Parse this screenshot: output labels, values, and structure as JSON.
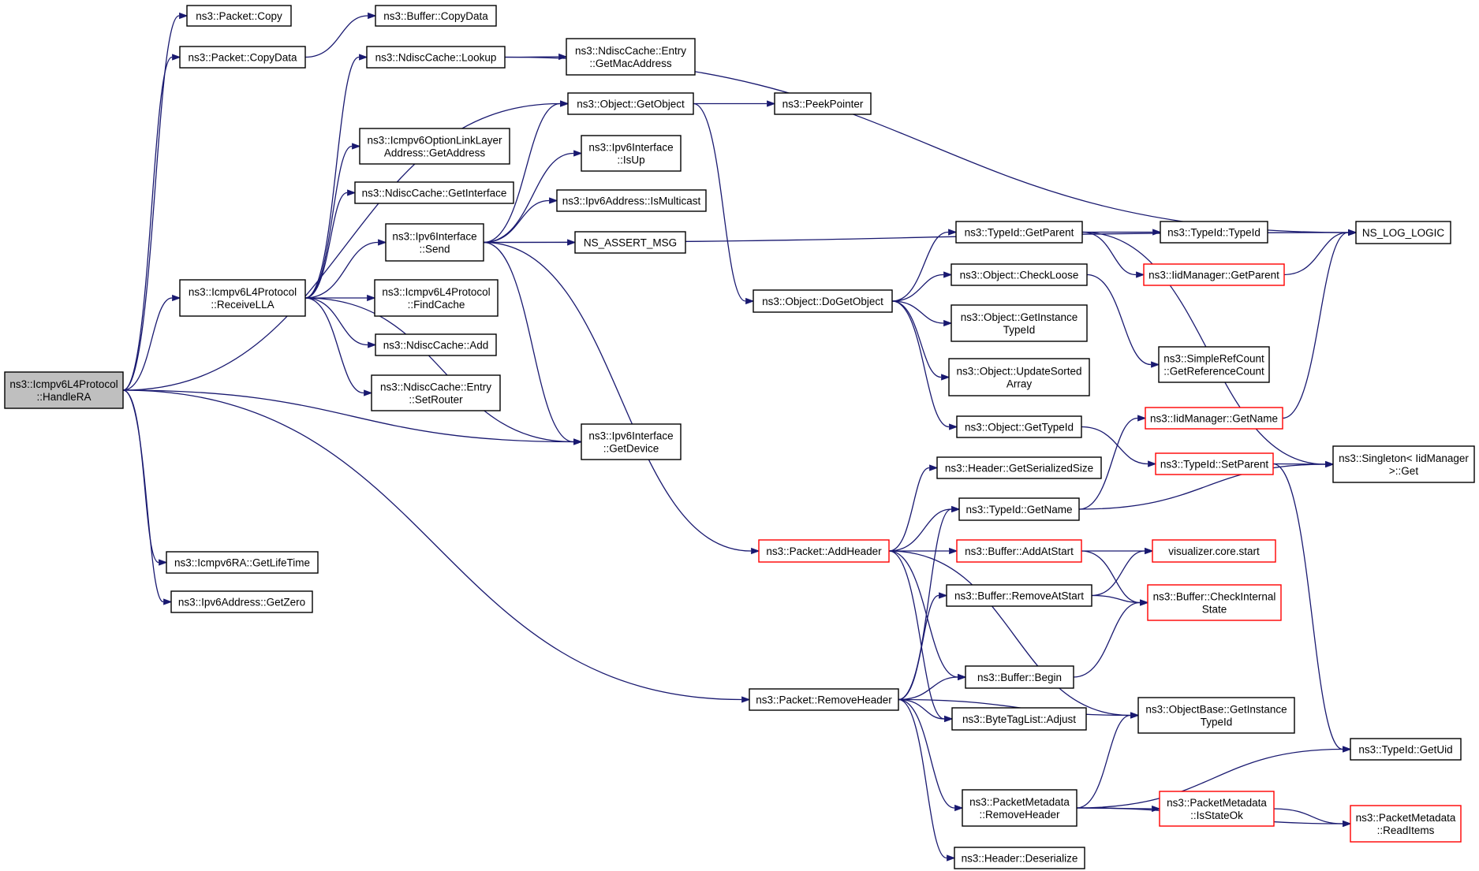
{
  "diagram": {
    "colors": {
      "edge": "#191970",
      "node_border": "#000000",
      "incomplete_border": "#ff0000",
      "root_fill": "#bfbfbf",
      "node_fill": "#ffffff"
    },
    "nodes": [
      {
        "id": "handlera",
        "lines": [
          "ns3::Icmpv6L4Protocol",
          "::HandleRA"
        ],
        "style": "root"
      },
      {
        "id": "pkt_copy",
        "lines": [
          "ns3::Packet::Copy"
        ]
      },
      {
        "id": "pkt_copydata",
        "lines": [
          "ns3::Packet::CopyData"
        ]
      },
      {
        "id": "buf_copydata",
        "lines": [
          "ns3::Buffer::CopyData"
        ]
      },
      {
        "id": "nd_lookup",
        "lines": [
          "ns3::NdiscCache::Lookup"
        ]
      },
      {
        "id": "nd_entry_getmac",
        "lines": [
          "ns3::NdiscCache::Entry",
          "::GetMacAddress"
        ]
      },
      {
        "id": "obj_getobject",
        "lines": [
          "ns3::Object::GetObject"
        ]
      },
      {
        "id": "peekpointer",
        "lines": [
          "ns3::PeekPointer"
        ]
      },
      {
        "id": "optlla_getaddr",
        "lines": [
          "ns3::Icmpv6OptionLinkLayer",
          "Address::GetAddress"
        ]
      },
      {
        "id": "ipv6if_isup",
        "lines": [
          "ns3::Ipv6Interface",
          "::IsUp"
        ]
      },
      {
        "id": "nd_getinterface",
        "lines": [
          "ns3::NdiscCache::GetInterface"
        ]
      },
      {
        "id": "ipv6addr_ismulticast",
        "lines": [
          "ns3::Ipv6Address::IsMulticast"
        ]
      },
      {
        "id": "ipv6if_send",
        "lines": [
          "ns3::Ipv6Interface",
          "::Send"
        ]
      },
      {
        "id": "ns_assert_msg",
        "lines": [
          "NS_ASSERT_MSG"
        ]
      },
      {
        "id": "receivella",
        "lines": [
          "ns3::Icmpv6L4Protocol",
          "::ReceiveLLA"
        ]
      },
      {
        "id": "findcache",
        "lines": [
          "ns3::Icmpv6L4Protocol",
          "::FindCache"
        ]
      },
      {
        "id": "nd_add",
        "lines": [
          "ns3::NdiscCache::Add"
        ]
      },
      {
        "id": "nd_entry_setrouter",
        "lines": [
          "ns3::NdiscCache::Entry",
          "::SetRouter"
        ]
      },
      {
        "id": "ipv6if_getdevice",
        "lines": [
          "ns3::Ipv6Interface",
          "::GetDevice"
        ]
      },
      {
        "id": "ra_getlifetime",
        "lines": [
          "ns3::Icmpv6RA::GetLifeTime"
        ]
      },
      {
        "id": "ipv6addr_getzero",
        "lines": [
          "ns3::Ipv6Address::GetZero"
        ]
      },
      {
        "id": "ns_log_logic",
        "lines": [
          "NS_LOG_LOGIC"
        ]
      },
      {
        "id": "typeid_getparent",
        "lines": [
          "ns3::TypeId::GetParent"
        ]
      },
      {
        "id": "typeid_typeid",
        "lines": [
          "ns3::TypeId::TypeId"
        ]
      },
      {
        "id": "iid_getparent",
        "lines": [
          "ns3::IidManager::GetParent"
        ],
        "style": "red"
      },
      {
        "id": "obj_dogetobject",
        "lines": [
          "ns3::Object::DoGetObject"
        ]
      },
      {
        "id": "obj_checkloose",
        "lines": [
          "ns3::Object::CheckLoose"
        ]
      },
      {
        "id": "obj_getinstancetypeid",
        "lines": [
          "ns3::Object::GetInstance",
          "TypeId"
        ]
      },
      {
        "id": "simplerefcount",
        "lines": [
          "ns3::SimpleRefCount",
          "::GetReferenceCount"
        ]
      },
      {
        "id": "obj_updatesorted",
        "lines": [
          "ns3::Object::UpdateSorted",
          "Array"
        ]
      },
      {
        "id": "iid_getname",
        "lines": [
          "ns3::IidManager::GetName"
        ],
        "style": "red"
      },
      {
        "id": "obj_gettypeid",
        "lines": [
          "ns3::Object::GetTypeId"
        ]
      },
      {
        "id": "typeid_setparent",
        "lines": [
          "ns3::TypeId::SetParent"
        ],
        "style": "red"
      },
      {
        "id": "singleton_get",
        "lines": [
          "ns3::Singleton< IidManager",
          ">::Get"
        ]
      },
      {
        "id": "hdr_getserializedsize",
        "lines": [
          "ns3::Header::GetSerializedSize"
        ]
      },
      {
        "id": "typeid_getname",
        "lines": [
          "ns3::TypeId::GetName"
        ]
      },
      {
        "id": "pkt_addheader",
        "lines": [
          "ns3::Packet::AddHeader"
        ],
        "style": "red"
      },
      {
        "id": "buf_addatstart",
        "lines": [
          "ns3::Buffer::AddAtStart"
        ],
        "style": "red"
      },
      {
        "id": "viz_start",
        "lines": [
          "visualizer.core.start"
        ],
        "style": "red"
      },
      {
        "id": "buf_removeatstart",
        "lines": [
          "ns3::Buffer::RemoveAtStart"
        ]
      },
      {
        "id": "buf_checkinternal",
        "lines": [
          "ns3::Buffer::CheckInternal",
          "State"
        ],
        "style": "red"
      },
      {
        "id": "buf_begin",
        "lines": [
          "ns3::Buffer::Begin"
        ]
      },
      {
        "id": "pkt_removeheader",
        "lines": [
          "ns3::Packet::RemoveHeader"
        ]
      },
      {
        "id": "bytetaglist_adjust",
        "lines": [
          "ns3::ByteTagList::Adjust"
        ]
      },
      {
        "id": "objbase_getinstancetypeid",
        "lines": [
          "ns3::ObjectBase::GetInstance",
          "TypeId"
        ]
      },
      {
        "id": "typeid_getuid",
        "lines": [
          "ns3::TypeId::GetUid"
        ]
      },
      {
        "id": "pm_removeheader",
        "lines": [
          "ns3::PacketMetadata",
          "::RemoveHeader"
        ]
      },
      {
        "id": "pm_isstateok",
        "lines": [
          "ns3::PacketMetadata",
          "::IsStateOk"
        ],
        "style": "red"
      },
      {
        "id": "pm_readitems",
        "lines": [
          "ns3::PacketMetadata",
          "::ReadItems"
        ],
        "style": "red"
      },
      {
        "id": "hdr_deserialize",
        "lines": [
          "ns3::Header::Deserialize"
        ]
      }
    ],
    "edges": [
      [
        "handlera",
        "pkt_copy"
      ],
      [
        "handlera",
        "pkt_copydata"
      ],
      [
        "handlera",
        "obj_getobject"
      ],
      [
        "handlera",
        "receivella"
      ],
      [
        "handlera",
        "ipv6if_getdevice"
      ],
      [
        "handlera",
        "ra_getlifetime"
      ],
      [
        "handlera",
        "ipv6addr_getzero"
      ],
      [
        "handlera",
        "pkt_removeheader"
      ],
      [
        "pkt_copydata",
        "buf_copydata"
      ],
      [
        "nd_lookup",
        "nd_entry_getmac"
      ],
      [
        "nd_lookup",
        "ns_log_logic"
      ],
      [
        "obj_getobject",
        "peekpointer"
      ],
      [
        "obj_getobject",
        "obj_dogetobject"
      ],
      [
        "receivella",
        "nd_lookup"
      ],
      [
        "receivella",
        "optlla_getaddr"
      ],
      [
        "receivella",
        "nd_getinterface"
      ],
      [
        "receivella",
        "ipv6if_send"
      ],
      [
        "receivella",
        "findcache"
      ],
      [
        "receivella",
        "nd_add"
      ],
      [
        "receivella",
        "nd_entry_setrouter"
      ],
      [
        "receivella",
        "ipv6if_getdevice"
      ],
      [
        "ipv6if_send",
        "obj_getobject"
      ],
      [
        "ipv6if_send",
        "ipv6if_isup"
      ],
      [
        "ipv6if_send",
        "ipv6addr_ismulticast"
      ],
      [
        "ipv6if_send",
        "ns_assert_msg"
      ],
      [
        "ipv6if_send",
        "ns_log_logic"
      ],
      [
        "ipv6if_send",
        "ipv6if_getdevice"
      ],
      [
        "ipv6if_send",
        "pkt_addheader"
      ],
      [
        "obj_dogetobject",
        "typeid_getparent"
      ],
      [
        "obj_dogetobject",
        "obj_checkloose"
      ],
      [
        "obj_dogetobject",
        "obj_getinstancetypeid"
      ],
      [
        "obj_dogetobject",
        "obj_updatesorted"
      ],
      [
        "obj_dogetobject",
        "obj_gettypeid"
      ],
      [
        "typeid_getparent",
        "typeid_typeid"
      ],
      [
        "typeid_getparent",
        "iid_getparent"
      ],
      [
        "typeid_getparent",
        "singleton_get"
      ],
      [
        "iid_getparent",
        "ns_log_logic"
      ],
      [
        "obj_checkloose",
        "simplerefcount"
      ],
      [
        "iid_getname",
        "ns_log_logic"
      ],
      [
        "obj_gettypeid",
        "typeid_setparent"
      ],
      [
        "typeid_setparent",
        "singleton_get"
      ],
      [
        "typeid_setparent",
        "typeid_getuid"
      ],
      [
        "typeid_getname",
        "iid_getname"
      ],
      [
        "typeid_getname",
        "singleton_get"
      ],
      [
        "pkt_addheader",
        "hdr_getserializedsize"
      ],
      [
        "pkt_addheader",
        "typeid_getname"
      ],
      [
        "pkt_addheader",
        "buf_addatstart"
      ],
      [
        "pkt_addheader",
        "buf_begin"
      ],
      [
        "pkt_addheader",
        "bytetaglist_adjust"
      ],
      [
        "pkt_addheader",
        "objbase_getinstancetypeid"
      ],
      [
        "buf_addatstart",
        "viz_start"
      ],
      [
        "buf_addatstart",
        "buf_checkinternal"
      ],
      [
        "buf_removeatstart",
        "viz_start"
      ],
      [
        "buf_removeatstart",
        "buf_checkinternal"
      ],
      [
        "buf_begin",
        "buf_checkinternal"
      ],
      [
        "pkt_removeheader",
        "typeid_getname"
      ],
      [
        "pkt_removeheader",
        "buf_removeatstart"
      ],
      [
        "pkt_removeheader",
        "buf_begin"
      ],
      [
        "pkt_removeheader",
        "bytetaglist_adjust"
      ],
      [
        "pkt_removeheader",
        "objbase_getinstancetypeid"
      ],
      [
        "pkt_removeheader",
        "pm_removeheader"
      ],
      [
        "pkt_removeheader",
        "hdr_deserialize"
      ],
      [
        "pm_removeheader",
        "objbase_getinstancetypeid"
      ],
      [
        "pm_removeheader",
        "typeid_getuid"
      ],
      [
        "pm_removeheader",
        "pm_isstateok"
      ],
      [
        "pm_removeheader",
        "pm_readitems"
      ],
      [
        "pm_isstateok",
        "pm_readitems"
      ]
    ]
  }
}
